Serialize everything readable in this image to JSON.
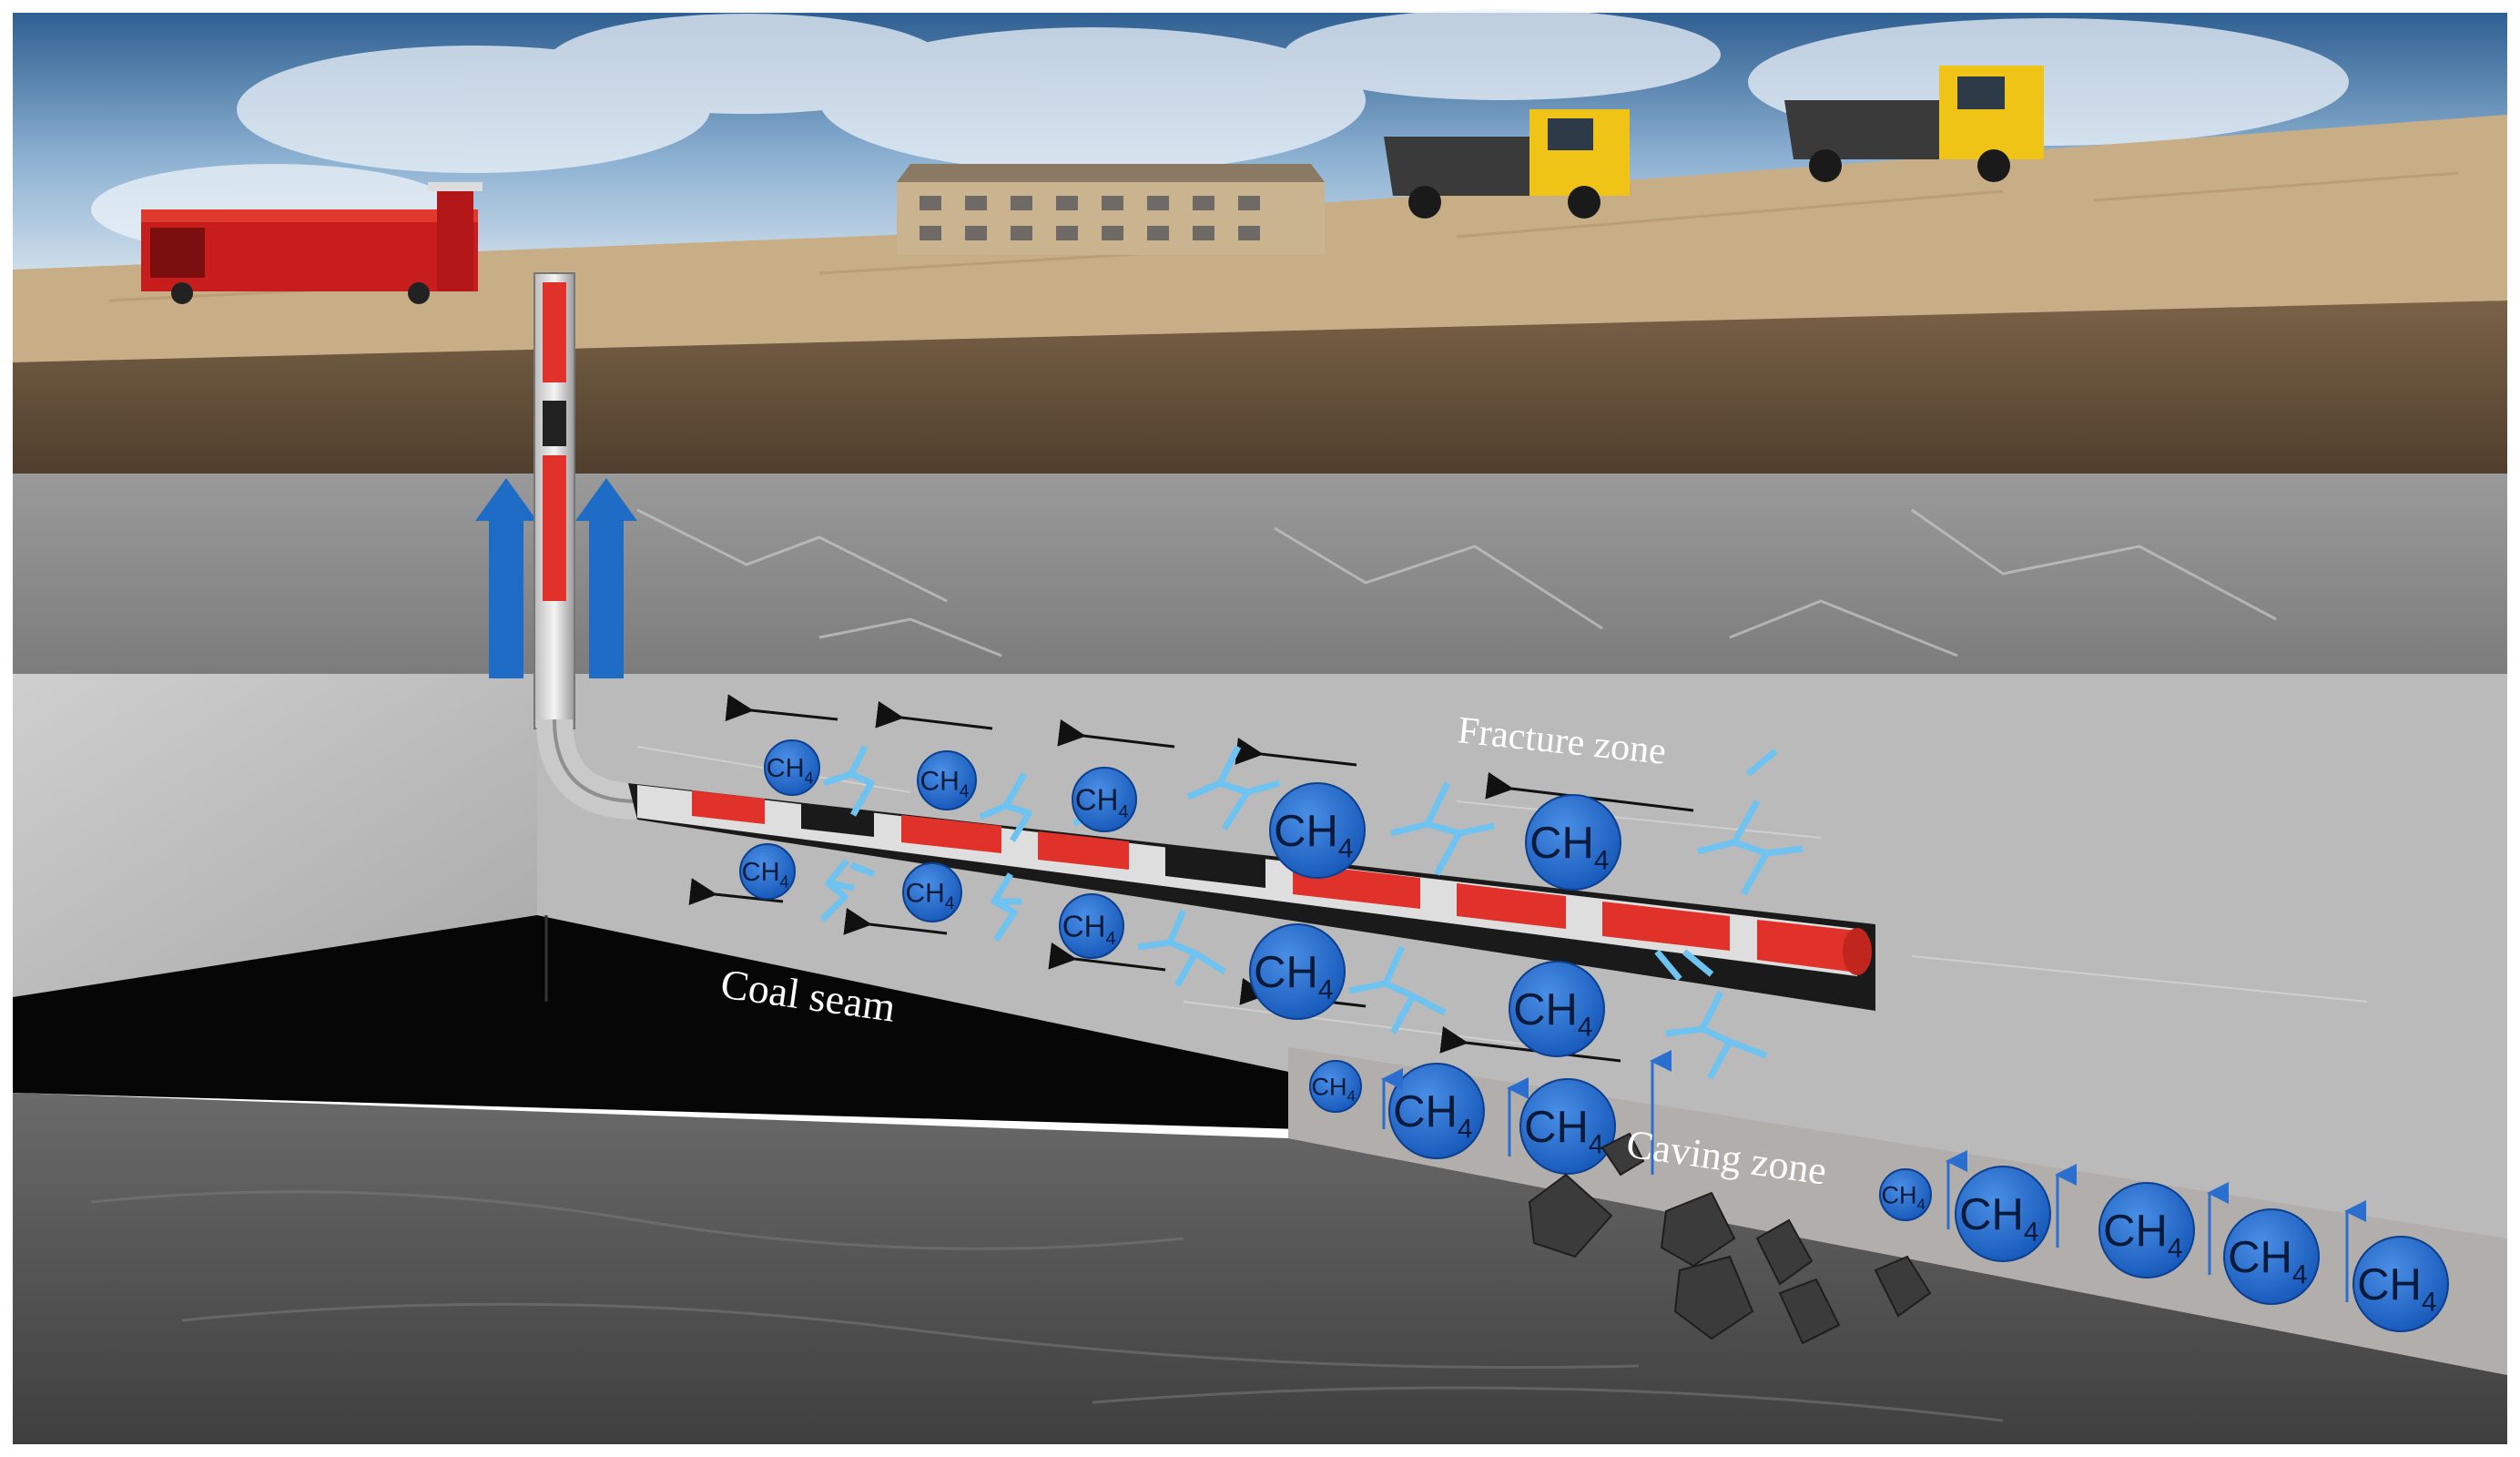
{
  "labels": {
    "fracture_zone": "Fracture zone",
    "coal_seam": "Coal seam",
    "caving_zone": "Caving zone"
  },
  "molecule": {
    "symbol": "CH",
    "subscript": "4"
  },
  "colors": {
    "sky": "#4f7fb0",
    "topsoil": "#c9b08a",
    "soil": "#6b5640",
    "gray_rock": "#8e8e8e",
    "light_rock": "#bdbdbd",
    "coal_seam": "#050505",
    "caving_floor": "#585858",
    "ch4_fill": "#1f66c9",
    "fracture": "#6ec3f0",
    "pipe_red": "#e0322a",
    "pipe_silver": "#d8d8d8",
    "flow_arrow": "#1f6cc6",
    "rig_red": "#c81d1d",
    "truck_yellow": "#f0c417"
  },
  "icons": [
    "drilling-rig-icon",
    "building-icon",
    "dump-truck-icon",
    "borehole-pipe-icon",
    "ch4-molecule-icon",
    "fracture-icon",
    "flow-arrow-icon",
    "rock-fragment-icon"
  ]
}
